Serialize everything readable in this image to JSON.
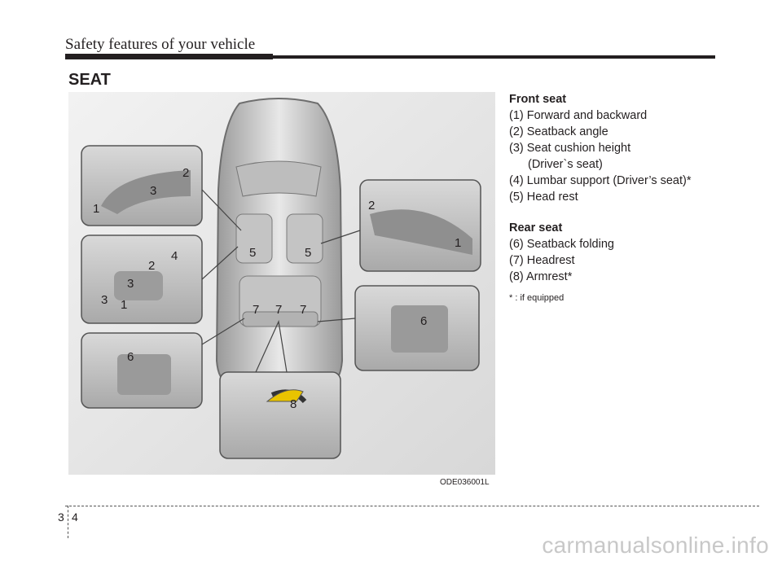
{
  "header": {
    "title": "Safety features of your vehicle"
  },
  "section": {
    "title": "SEAT"
  },
  "figure": {
    "caption": "ODE036001L",
    "callouts": [
      "1",
      "2",
      "3",
      "4",
      "5",
      "6",
      "7",
      "8"
    ]
  },
  "front_seat": {
    "heading": "Front seat",
    "items": [
      "(1) Forward and backward",
      "(2) Seatback angle",
      "(3) Seat cushion height",
      "(Driver`s seat)",
      "(4) Lumbar support (Driver’s seat)*",
      "(5) Head rest"
    ]
  },
  "rear_seat": {
    "heading": "Rear seat",
    "items": [
      "(6) Seatback folding",
      "(7) Headrest",
      "(8) Armrest*"
    ]
  },
  "note": "* : if equipped",
  "footer": {
    "section": "3",
    "page": "4"
  },
  "watermark": "carmanualsonline.info",
  "colors": {
    "text": "#231f20",
    "figure_bg": "#e6e6e6",
    "arrow": "#e8c300"
  }
}
